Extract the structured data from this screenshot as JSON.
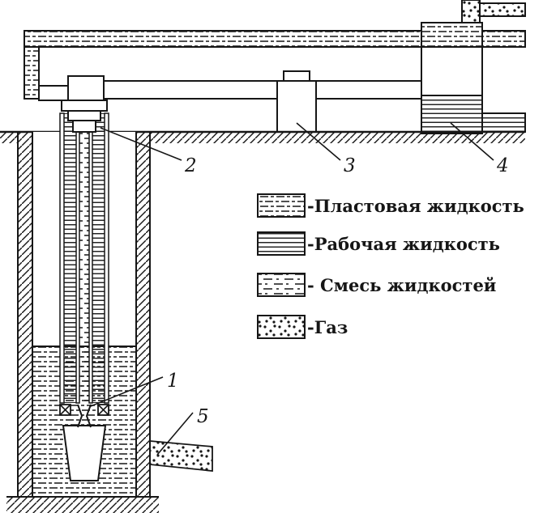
{
  "figure": {
    "kind": "well-jet-pump-installation-schematic",
    "numbers": {
      "n1": "1",
      "n2": "2",
      "n3": "3",
      "n4": "4",
      "n5": "5"
    },
    "legend": {
      "items": [
        {
          "icon": "dash-pattern-swatch",
          "label": "-Пластовая жидкость"
        },
        {
          "icon": "hlines-pattern-swatch",
          "label": "-Рабочая жидкость"
        },
        {
          "icon": "dashdot-pattern-swatch",
          "label": "- Смесь жидкостей"
        },
        {
          "icon": "dots-pattern-swatch",
          "label": "-Газ"
        }
      ]
    },
    "colors": {
      "ink": "#161616",
      "paper": "#ffffff"
    }
  }
}
